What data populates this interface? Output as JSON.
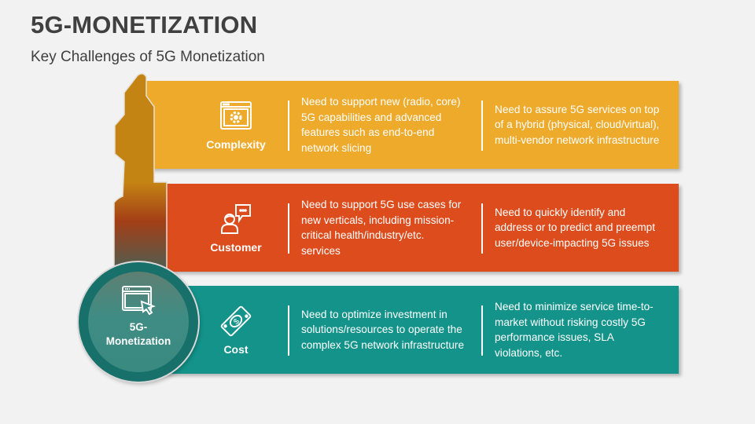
{
  "header": {
    "title": "5G-MONETIZATION",
    "subtitle": "Key Challenges of 5G Monetization"
  },
  "hub": {
    "label_line1": "5G-",
    "label_line2": "Monetization",
    "icon": "browser-cursor-icon",
    "color": "#17706a"
  },
  "key_gradient": [
    "#c48413",
    "#a33e17",
    "#4d5f52"
  ],
  "rows": [
    {
      "category": "Complexity",
      "icon": "browser-gear-icon",
      "color": "#eeaa2b",
      "col1": "Need to support new (radio, core) 5G capabilities and advanced features such as end-to-end network slicing",
      "col2": "Need to assure 5G services on top of a hybrid (physical, cloud/virtual), multi-vendor network infrastructure"
    },
    {
      "category": "Customer",
      "icon": "person-chat-icon",
      "color": "#dc4c1d",
      "col1": "Need to support 5G use cases for new verticals, including mission-critical health/industry/etc. services",
      "col2": "Need to quickly identify and address or to predict and preempt user/device-impacting 5G issues"
    },
    {
      "category": "Cost",
      "icon": "money-bill-icon",
      "color": "#13938a",
      "col1": "Need to optimize investment in solutions/resources to operate the complex 5G network infrastructure",
      "col2": "Need to minimize service time-to-market without risking costly 5G performance issues, SLA violations, etc."
    }
  ]
}
